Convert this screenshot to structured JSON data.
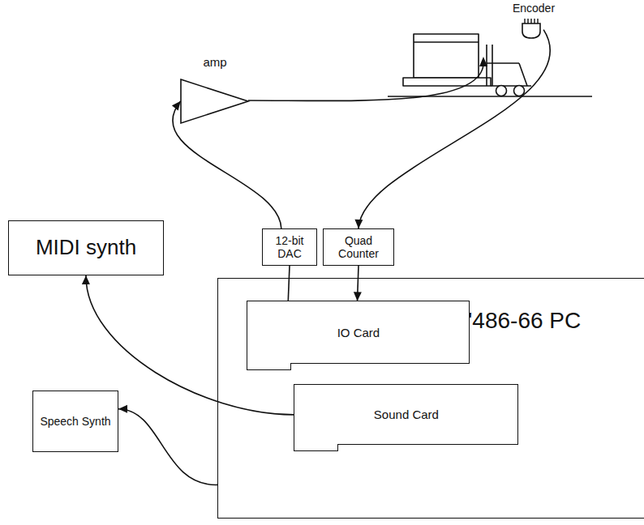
{
  "diagram": {
    "nodes": [
      {
        "text": [
          "Encoder"
        ]
      },
      {
        "text": [
          "amp"
        ]
      },
      {
        "text": [
          "MIDI synth"
        ]
      },
      {
        "text": [
          "12-bit DAC"
        ]
      },
      {
        "text": [
          "Quad Counter"
        ]
      },
      {
        "text": [
          "'486-66 PC"
        ]
      },
      {
        "text": [
          "IO Card"
        ],
        "in": 5
      },
      {
        "text": [
          "Speech Synth"
        ]
      },
      {
        "text": [
          "Sound Card"
        ],
        "in": 5
      }
    ],
    "edges": [
      {
        "from": 0,
        "to": 4,
        "arrow": "to"
      },
      {
        "from": 3,
        "to": 1,
        "arrow": "to"
      },
      {
        "from": 6,
        "to": 3,
        "arrow": "none"
      },
      {
        "from": 4,
        "to": 6,
        "arrow": "to"
      },
      {
        "from": 8,
        "to": 2,
        "arrow": "to"
      },
      {
        "from": 5,
        "to": 7,
        "arrow": "to"
      }
    ]
  }
}
